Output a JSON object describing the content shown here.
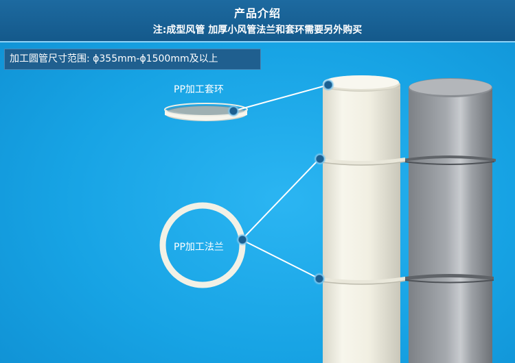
{
  "header": {
    "title": "产品介绍",
    "subtitle": "注:成型风管 加厚小风管法兰和套环需要另外购买"
  },
  "range_box": {
    "text": "加工圆管尺寸范围: ϕ355mm-ϕ1500mm及以上"
  },
  "labels": {
    "ring": "PP加工套环",
    "flange": "PP加工法兰"
  },
  "colors": {
    "background": "#16a5e6",
    "header": "#14598b",
    "white_pipe": "#f3f1e4",
    "grey_pipe": "#9a9ea3",
    "callout_dot": "#1b5f91"
  }
}
